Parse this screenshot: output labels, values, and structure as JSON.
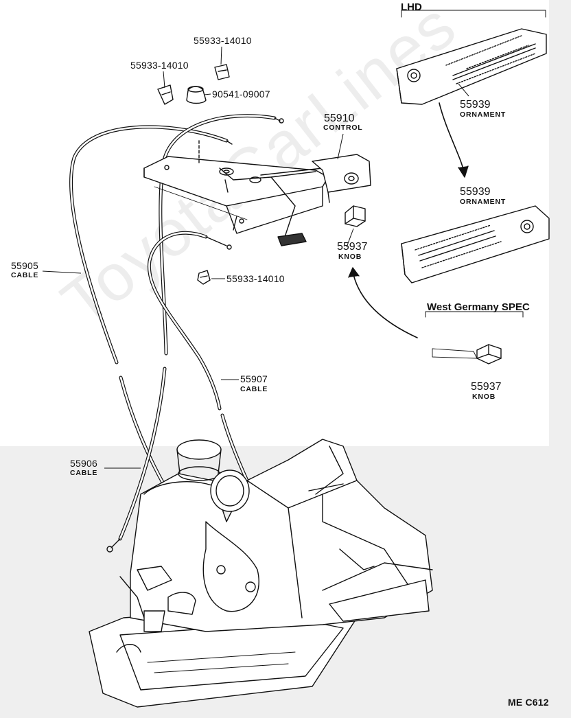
{
  "watermark": "ToyotaCarLines",
  "header_lhd": "LHD",
  "header_west_germany": "West Germany SPEC",
  "figure_code": "ME  C612",
  "callouts": {
    "clip_a": "55933-14010",
    "clip_b": "55933-14010",
    "clip_c": "55933-14010",
    "grommet": "90541-09007",
    "control_num": "55910",
    "control_name": "CONTROL",
    "ornament_a_num": "55939",
    "ornament_a_name": "ORNAMENT",
    "ornament_b_num": "55939",
    "ornament_b_name": "ORNAMENT",
    "knob_a_num": "55937",
    "knob_a_name": "KNOB",
    "knob_b_num": "55937",
    "knob_b_name": "KNOB",
    "cable_05_num": "55905",
    "cable_05_name": "CABLE",
    "cable_06_num": "55906",
    "cable_06_name": "CABLE",
    "cable_07_num": "55907",
    "cable_07_name": "CABLE"
  }
}
